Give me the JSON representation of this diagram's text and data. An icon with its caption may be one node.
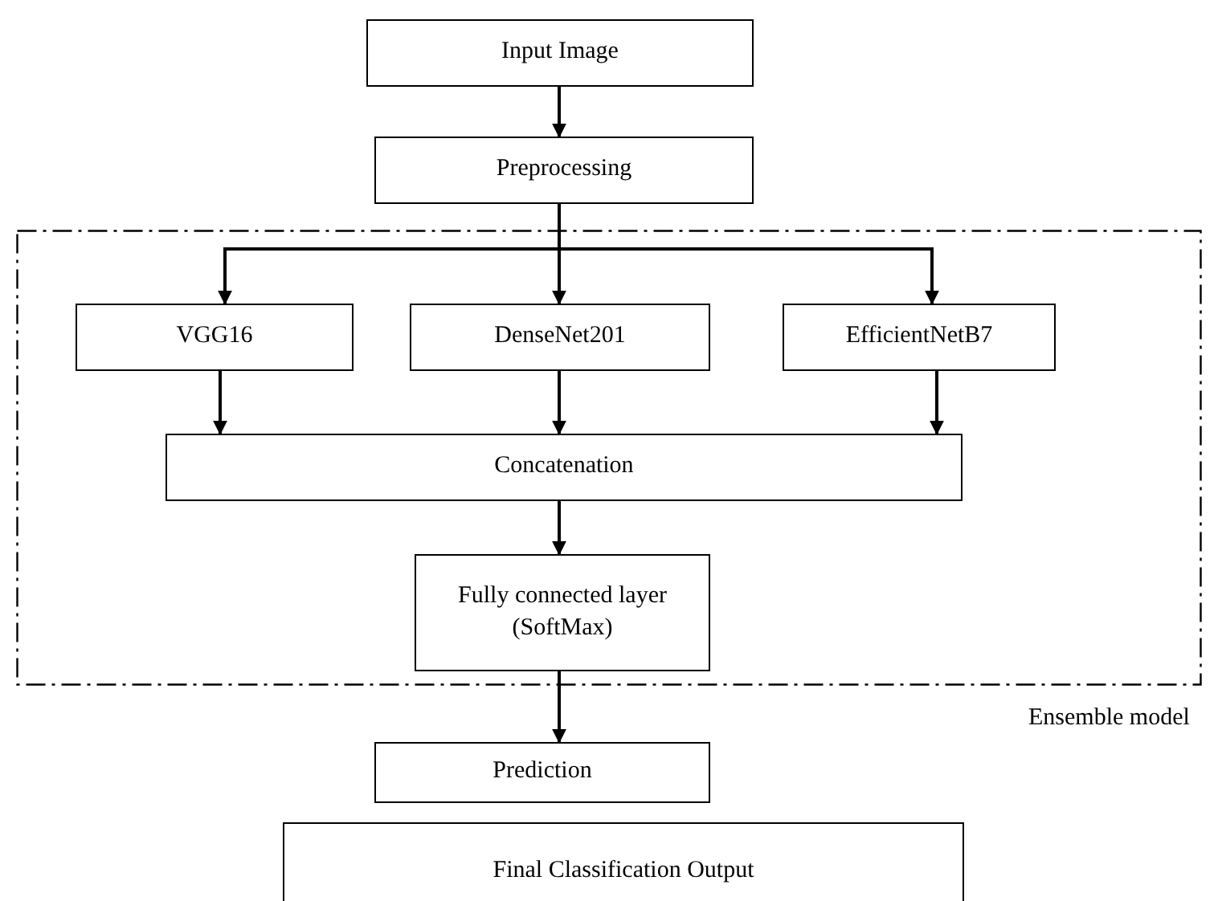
{
  "diagram": {
    "nodes": [
      {
        "text": [
          "Input Image"
        ]
      },
      {
        "text": [
          "Preprocessing"
        ]
      },
      {
        "text": [],
        "shape": "box",
        "beside": [
          "Ensemble model"
        ]
      },
      {
        "text": [
          "VGG16"
        ],
        "in": 2
      },
      {
        "text": [
          "DenseNet201"
        ],
        "in": 2
      },
      {
        "text": [
          "EfficientNetB7"
        ],
        "in": 2
      },
      {
        "text": [
          "Concatenation"
        ],
        "in": 2
      },
      {
        "text": [
          "Fully connected layer (SoftMax)"
        ],
        "in": 2
      },
      {
        "text": [
          "Prediction"
        ]
      },
      {
        "text": [
          "Final Classification Output"
        ]
      }
    ],
    "edges": [
      {
        "from": 0,
        "to": 1,
        "arrow": "to"
      },
      {
        "from": 1,
        "to": 3,
        "arrow": "to"
      },
      {
        "from": 1,
        "to": 4,
        "arrow": "to"
      },
      {
        "from": 1,
        "to": 5,
        "arrow": "to"
      },
      {
        "from": 3,
        "to": 6,
        "arrow": "to"
      },
      {
        "from": 4,
        "to": 6,
        "arrow": "to"
      },
      {
        "from": 5,
        "to": 6,
        "arrow": "to"
      },
      {
        "from": 6,
        "to": 7,
        "arrow": "to"
      },
      {
        "from": 7,
        "to": 8,
        "arrow": "to"
      }
    ]
  }
}
